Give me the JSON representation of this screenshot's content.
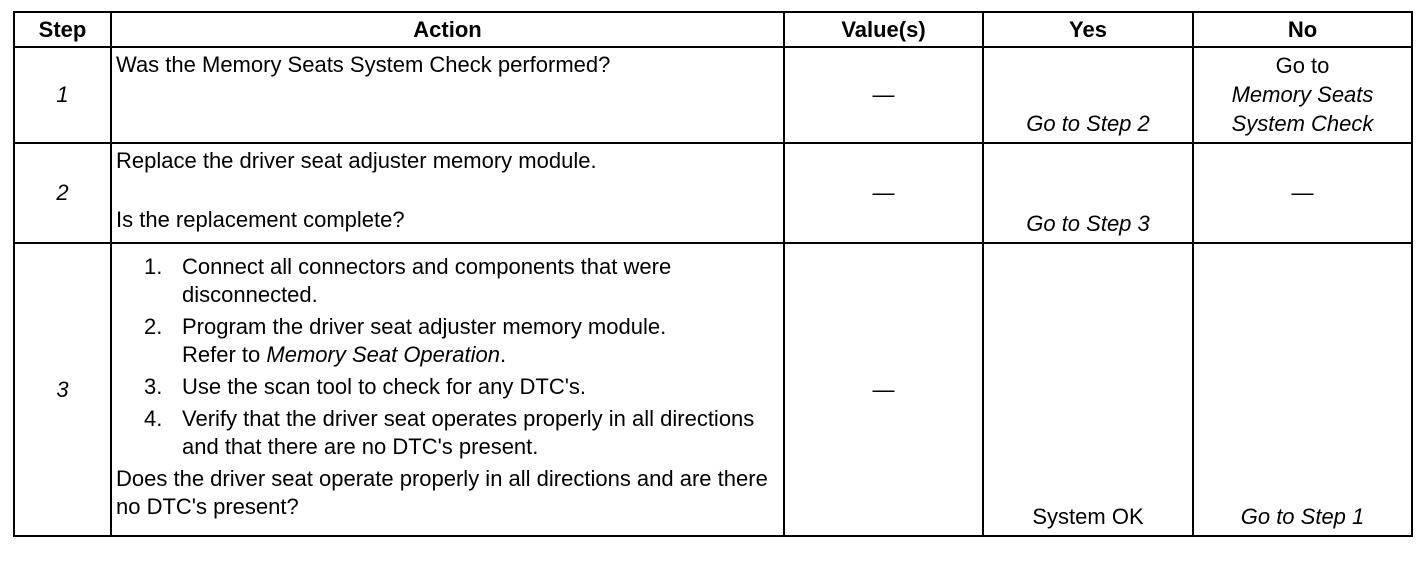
{
  "headers": {
    "step": "Step",
    "action": "Action",
    "values": "Value(s)",
    "yes": "Yes",
    "no": "No"
  },
  "rows": [
    {
      "step": "1",
      "action": "Was the Memory Seats System Check performed?",
      "value": "—",
      "yes": "Go to Step 2",
      "no_prefix": "Go to",
      "no_link": "Memory Seats System Check"
    },
    {
      "step": "2",
      "action_line1": "Replace the driver seat adjuster memory module.",
      "action_line2": "Is the replacement complete?",
      "value": "—",
      "yes": "Go to Step 3",
      "no": "—"
    },
    {
      "step": "3",
      "substeps": [
        "Connect all connectors and components that were disconnected.",
        "Program the driver seat adjuster memory module.",
        "Use the scan tool to check for any DTC's.",
        "Verify that the driver seat operates properly in all directions and that there are no DTC's present."
      ],
      "substep2_refer_prefix": "Refer to",
      "substep2_refer_link": "Memory Seat Operation",
      "substep2_refer_suffix": ".",
      "question": "Does the driver seat operate properly in all directions and are there no DTC's present?",
      "value": "—",
      "yes": "System OK",
      "no": "Go to Step 1"
    }
  ]
}
